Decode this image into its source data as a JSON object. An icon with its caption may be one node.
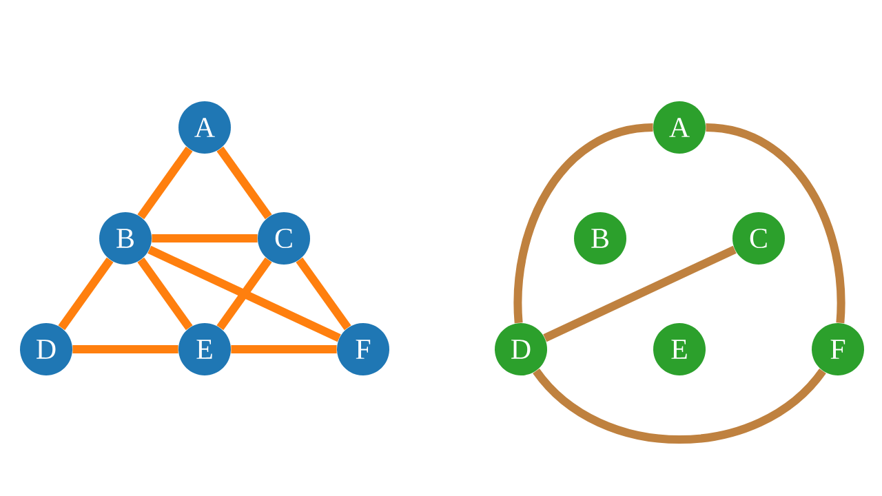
{
  "diagram": {
    "nodes": [
      {
        "text": [
          "A"
        ]
      },
      {
        "text": [
          "B"
        ]
      },
      {
        "text": [
          "C"
        ]
      },
      {
        "text": [
          "D"
        ]
      },
      {
        "text": [
          "E"
        ]
      },
      {
        "text": [
          "F"
        ]
      },
      {
        "text": [
          "A"
        ]
      },
      {
        "text": [
          "B"
        ]
      },
      {
        "text": [
          "C"
        ]
      },
      {
        "text": [
          "D"
        ]
      },
      {
        "text": [
          "E"
        ]
      },
      {
        "text": [
          "F"
        ]
      }
    ],
    "edges": [
      {
        "from": 0,
        "to": 1,
        "arrow": "none"
      },
      {
        "from": 0,
        "to": 2,
        "arrow": "none"
      },
      {
        "from": 1,
        "to": 2,
        "arrow": "none"
      },
      {
        "from": 1,
        "to": 3,
        "arrow": "none"
      },
      {
        "from": 1,
        "to": 4,
        "arrow": "none"
      },
      {
        "from": 1,
        "to": 5,
        "arrow": "none"
      },
      {
        "from": 2,
        "to": 4,
        "arrow": "none"
      },
      {
        "from": 2,
        "to": 5,
        "arrow": "none"
      },
      {
        "from": 3,
        "to": 4,
        "arrow": "none"
      },
      {
        "from": 4,
        "to": 5,
        "arrow": "none"
      },
      {
        "from": 6,
        "to": 9,
        "arrow": "none",
        "color": "#bf813f"
      },
      {
        "from": 6,
        "to": 11,
        "arrow": "none",
        "color": "#bf813f"
      },
      {
        "from": 9,
        "to": 11,
        "arrow": "none",
        "color": "#bf813f"
      },
      {
        "from": 8,
        "to": 9,
        "arrow": "none",
        "color": "#bf813f"
      }
    ]
  }
}
